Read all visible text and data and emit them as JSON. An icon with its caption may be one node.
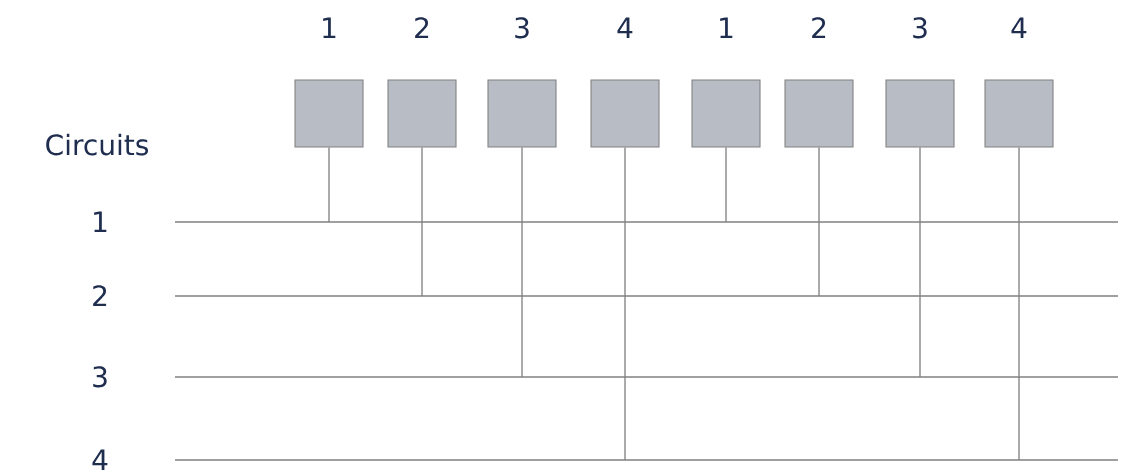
{
  "diagram": {
    "nodes": [
      {
        "text": [],
        "shape": "box",
        "beside": [
          "1"
        ]
      },
      {
        "text": [],
        "shape": "box",
        "beside": [
          "2"
        ]
      },
      {
        "text": [],
        "shape": "box",
        "beside": [
          "3"
        ]
      },
      {
        "text": [],
        "shape": "box",
        "beside": [
          "4"
        ]
      },
      {
        "text": [],
        "shape": "box",
        "beside": [
          "1"
        ]
      },
      {
        "text": [],
        "shape": "box",
        "beside": [
          "2"
        ]
      },
      {
        "text": [],
        "shape": "box",
        "beside": [
          "3"
        ]
      },
      {
        "text": [],
        "shape": "box",
        "beside": [
          "4"
        ]
      },
      {
        "text": [],
        "shape": "line",
        "beside": [
          "1"
        ]
      },
      {
        "text": [],
        "shape": "line",
        "beside": [
          "2"
        ]
      },
      {
        "text": [],
        "shape": "line",
        "beside": [
          "3"
        ]
      },
      {
        "text": [],
        "shape": "line",
        "beside": [
          "4"
        ]
      }
    ],
    "edges": [
      {
        "from": 0,
        "to": 8,
        "arrow": "none"
      },
      {
        "from": 1,
        "to": 9,
        "arrow": "none"
      },
      {
        "from": 2,
        "to": 10,
        "arrow": "none"
      },
      {
        "from": 3,
        "to": 11,
        "arrow": "none"
      },
      {
        "from": 4,
        "to": 8,
        "arrow": "none"
      },
      {
        "from": 5,
        "to": 9,
        "arrow": "none"
      },
      {
        "from": 6,
        "to": 10,
        "arrow": "none"
      },
      {
        "from": 7,
        "to": 11,
        "arrow": "none"
      }
    ],
    "labels": [
      "Circuits"
    ]
  }
}
